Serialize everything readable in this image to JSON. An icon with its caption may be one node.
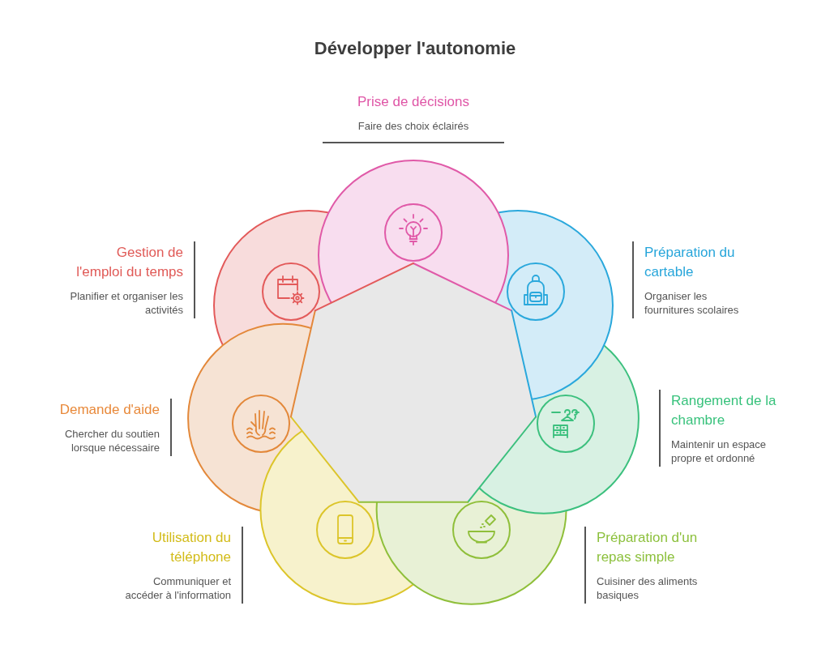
{
  "diagram": {
    "title": "Développer l'autonomie",
    "nodes": [
      {
        "text": [
          "Prise de décisions",
          "Faire des choix éclairés"
        ]
      },
      {
        "text": [
          "Gestion de l'emploi du temps",
          "Planifier et organiser les activités"
        ]
      },
      {
        "text": [
          "Préparation du cartable",
          "Organiser les fournitures scolaires"
        ]
      },
      {
        "text": [
          "Demande d'aide",
          "Chercher du soutien lorsque nécessaire"
        ]
      },
      {
        "text": [
          "Rangement de la chambre",
          "Maintenir un espace propre et ordonné"
        ]
      },
      {
        "text": [
          "Utilisation du téléphone",
          "Communiquer et accéder à l'information"
        ]
      },
      {
        "text": [
          "Préparation d'un repas simple",
          "Cuisiner des aliments basiques"
        ]
      }
    ]
  }
}
